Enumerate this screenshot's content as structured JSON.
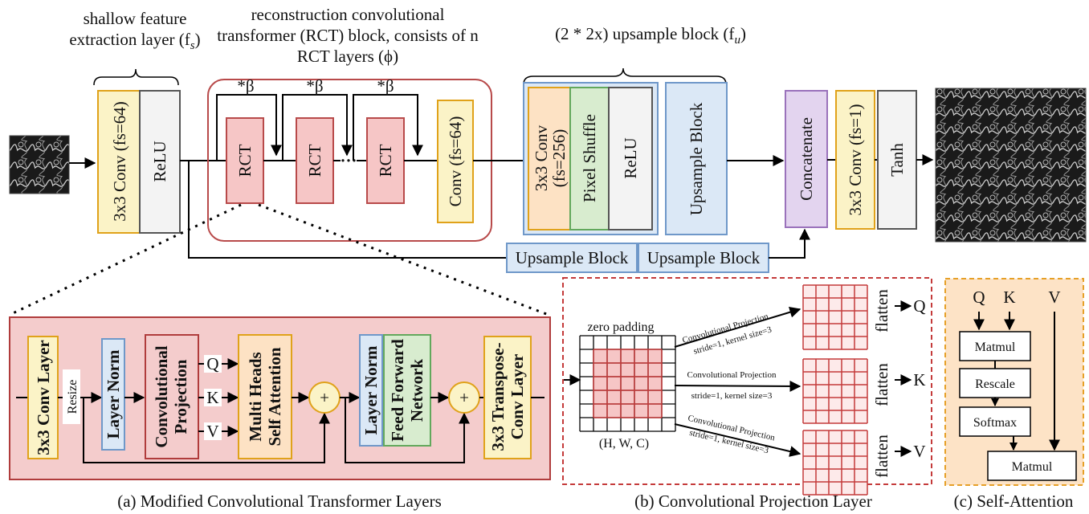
{
  "colors": {
    "conv_fill": "#fbf3c7",
    "conv_stroke": "#e0a21a",
    "relu_fill": "#f3f3f3",
    "relu_stroke": "#555555",
    "rct_fill": "#f6c6c6",
    "rct_stroke": "#b84a4a",
    "ups_fill": "#dbe8f6",
    "ups_stroke": "#6f98c9",
    "orange_fill": "#fde2c4",
    "green_fill": "#d8eccf",
    "green_stroke": "#62a85c",
    "concat_fill": "#e3d4ef",
    "concat_stroke": "#9a72bb",
    "panel_a_fill": "#f4cccc",
    "panel_a_stroke": "#b03c3c",
    "panel_c_fill": "#fde3c6",
    "panel_c_stroke": "#e6a028",
    "grid_red": "#c43a3a"
  },
  "top": {
    "shallow_title": [
      "shallow feature",
      "extraction layer (f",
      "s",
      ")"
    ],
    "rct_title": [
      "reconstruction convolutional",
      "transformer (RCT) block, consists of n",
      "RCT layers (ϕ)"
    ],
    "ups_title": [
      "(2 * 2x) upsample block (f",
      "u",
      ")"
    ],
    "conv_fs64": "3x3 Conv (fs=64)",
    "relu": "ReLU",
    "rct": "RCT",
    "ellipsis": "···",
    "beta": "*β",
    "conv64": "Conv (fs=64)",
    "conv256": [
      "3x3 Conv",
      "(fs=256)"
    ],
    "pixel_shuffle": "Pixel Shuffle",
    "upsample_block": "Upsample Block",
    "concatenate": "Concatenate",
    "conv_fs1": "3x3 Conv (fs=1)",
    "tanh": "Tanh"
  },
  "panel_a": {
    "conv_layer": "3x3 Conv Layer",
    "resize": "Resize",
    "layer_norm": "Layer Norm",
    "conv_proj": [
      "Convolutional",
      "Projection"
    ],
    "q": "Q",
    "k": "K",
    "v": "V",
    "mhsa": [
      "Multi Heads",
      "Self Attention"
    ],
    "plus": "+",
    "ffn": [
      "Feed Forward",
      "Network"
    ],
    "transpose": [
      "3x3 Transpose-",
      "Conv Layer"
    ],
    "caption": "(a) Modified Convolutional Transformer Layers"
  },
  "panel_b": {
    "zero_padding": "zero padding",
    "hwc": "(H, W, C)",
    "proj_label": "Convolutional Projection",
    "proj_params": "stride=1, kernel size=3",
    "flatten": "flatten",
    "q": "Q",
    "k": "K",
    "v": "V",
    "caption": "(b) Convolutional Projection Layer"
  },
  "panel_c": {
    "q": "Q",
    "k": "K",
    "v": "V",
    "matmul": "Matmul",
    "rescale": "Rescale",
    "softmax": "Softmax",
    "caption": "(c) Self-Attention"
  }
}
